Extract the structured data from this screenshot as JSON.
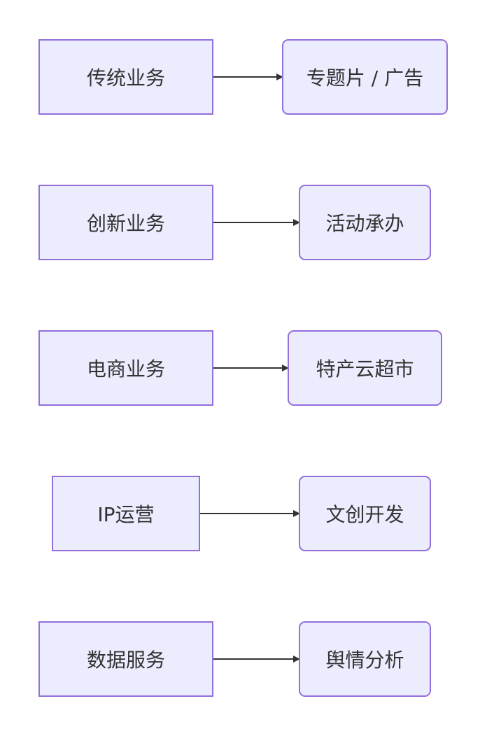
{
  "diagram": {
    "rows": [
      {
        "source": "传统业务",
        "target": "专题片 / 广告"
      },
      {
        "source": "创新业务",
        "target": "活动承办"
      },
      {
        "source": "电商业务",
        "target": "特产云超市"
      },
      {
        "source": "IP运营",
        "target": "文创开发"
      },
      {
        "source": "数据服务",
        "target": "舆情分析"
      }
    ]
  },
  "colors": {
    "node_fill": "#ececff",
    "node_border": "#9370db",
    "edge": "#333333",
    "text": "#333333"
  }
}
